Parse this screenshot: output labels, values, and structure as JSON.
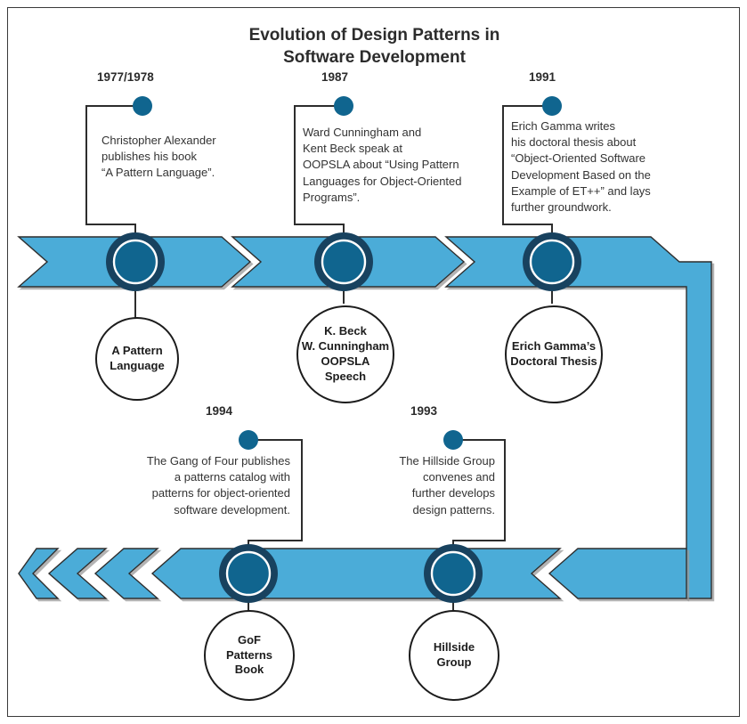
{
  "title": "Evolution of Design Patterns in\nSoftware Development",
  "colors": {
    "bar": "#4BACD8",
    "bar_stroke": "#2d2d2d",
    "ring_outer": "#18425F",
    "ring_inner": "#10658F",
    "dot": "#10658F",
    "connector": "#2d2d2d",
    "circle_stroke": "#1c1c1c",
    "text": "#333333",
    "heading": "#2c2c2c",
    "frame": "#3a3a3a",
    "background": "#ffffff"
  },
  "timeline": {
    "direction_row1": "left-to-right",
    "direction_row2": "right-to-left",
    "events": [
      {
        "id": "alexander",
        "year": "1977/1978",
        "description": "Christopher Alexander\npublishes his  book\n“A Pattern Language”.",
        "node_label": "A Pattern\nLanguage",
        "row": 1,
        "align": "left"
      },
      {
        "id": "oopsla",
        "year": "1987",
        "description": "Ward Cunningham and\nKent Beck speak at\nOOPSLA about “Using Pattern\nLanguages for Object-Oriented\nPrograms”.",
        "node_label": "K. Beck\nW. Cunningham\nOOPSLA\nSpeech",
        "row": 1,
        "align": "left"
      },
      {
        "id": "gamma",
        "year": "1991",
        "description": "Erich Gamma writes\nhis doctoral thesis about\n“Object-Oriented Software\nDevelopment Based on the\nExample of ET++” and lays\nfurther groundwork.",
        "node_label": "Erich Gamma’s\nDoctoral Thesis",
        "row": 1,
        "align": "left"
      },
      {
        "id": "gof",
        "year": "1994",
        "description": "The Gang of Four publishes\na patterns catalog with\npatterns for object-oriented\nsoftware development.",
        "node_label": "GoF\nPatterns\nBook",
        "row": 2,
        "align": "right"
      },
      {
        "id": "hillside",
        "year": "1993",
        "description": "The Hillside Group\nconvenes and\nfurther develops\ndesign patterns.",
        "node_label": "Hillside\nGroup",
        "row": 2,
        "align": "right"
      }
    ]
  }
}
